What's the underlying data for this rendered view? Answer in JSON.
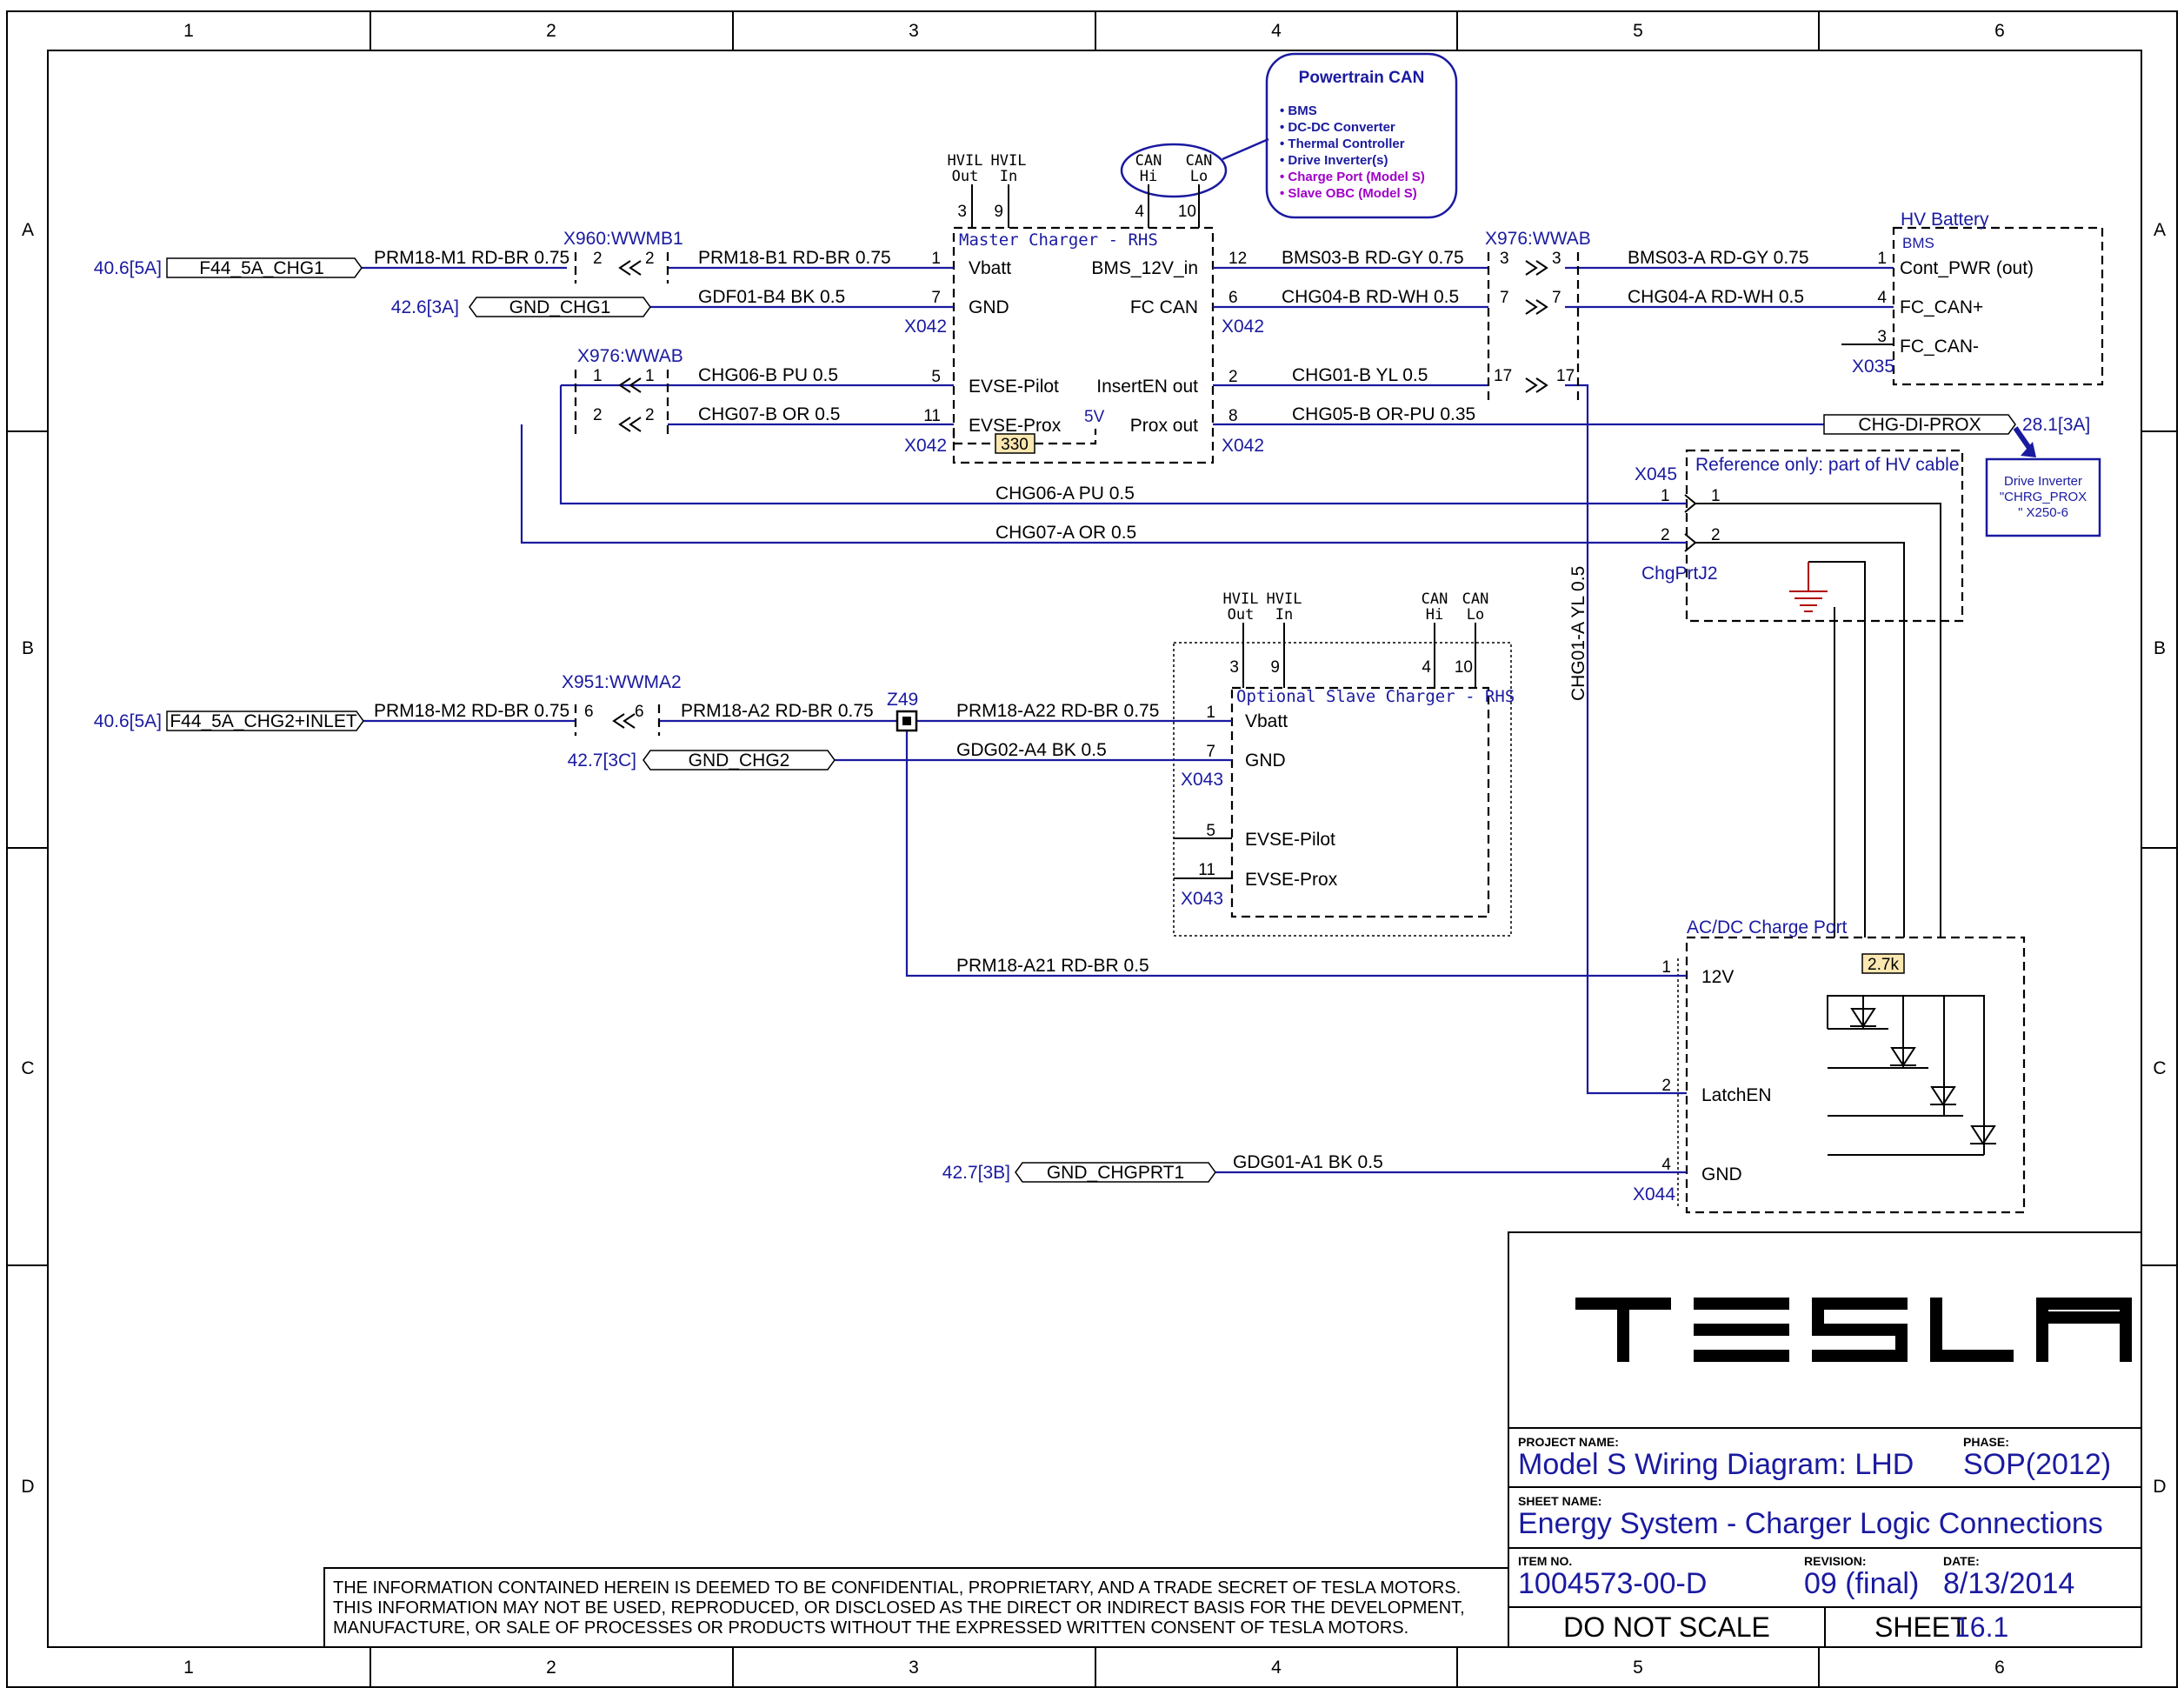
{
  "grid": {
    "cols": [
      "1",
      "2",
      "3",
      "4",
      "5",
      "6"
    ],
    "rows": [
      "A",
      "B",
      "C",
      "D"
    ]
  },
  "bubble": {
    "title": "Powertrain CAN",
    "items_blue": [
      "• BMS",
      "• DC-DC Converter",
      "• Thermal Controller",
      "• Drive Inverter(s)"
    ],
    "items_purple": [
      "• Charge Port (Model S)",
      "• Slave OBC (Model S)"
    ],
    "can": [
      "CAN",
      "Hi",
      "CAN",
      "Lo"
    ]
  },
  "master": {
    "title": "Master Charger - RHS",
    "hvil": [
      "HVIL",
      "Out",
      "HVIL",
      "In"
    ],
    "can": [
      "CAN",
      "Hi",
      "CAN",
      "Lo"
    ],
    "top_pins": [
      "3",
      "9",
      "4",
      "10"
    ],
    "left_pins": [
      "1",
      "7",
      "5",
      "11"
    ],
    "right_pins": [
      "12",
      "6",
      "2",
      "8"
    ],
    "left_labels": [
      "Vbatt",
      "GND",
      "EVSE-Pilot",
      "EVSE-Prox"
    ],
    "right_labels": [
      "BMS_12V_in",
      "FC CAN",
      "InsertEN out",
      "Prox out"
    ],
    "conn": [
      "X042",
      "X042",
      "X042",
      "X042"
    ],
    "res": "330",
    "v5": "5V"
  },
  "slave": {
    "title": "Optional Slave Charger - RHS",
    "hvil": [
      "HVIL",
      "Out",
      "HVIL",
      "In"
    ],
    "can": [
      "CAN",
      "Hi",
      "CAN",
      "Lo"
    ],
    "top_pins": [
      "3",
      "9",
      "4",
      "10"
    ],
    "left_pins": [
      "1",
      "7",
      "5",
      "11"
    ],
    "left_labels": [
      "Vbatt",
      "GND",
      "EVSE-Pilot",
      "EVSE-Prox"
    ],
    "conn": [
      "X043",
      "X043"
    ]
  },
  "hv_battery": {
    "title": "HV Battery",
    "sub": "BMS",
    "pins": [
      "1",
      "4",
      "3"
    ],
    "labels": [
      "Cont_PWR (out)",
      "FC_CAN+",
      "FC_CAN-"
    ],
    "conn": "X035"
  },
  "charge_port": {
    "title": "AC/DC Charge Port",
    "pins": [
      "1",
      "2",
      "4"
    ],
    "labels": [
      "12V",
      "LatchEN",
      "GND"
    ],
    "conn": "X044",
    "res": "2.7k"
  },
  "ref": {
    "title": "Reference only: part of HV cable",
    "conn": "X045",
    "pins": [
      "1",
      "1",
      "2",
      "2"
    ],
    "name": "ChgPrtJ2"
  },
  "inline": {
    "x960": "X960:WWMB1",
    "x976a": "X976:WWAB",
    "x976b": "X976:WWAB",
    "x951": "X951:WWMA2",
    "z49": "Z49",
    "p": [
      "2",
      "2",
      "1",
      "1",
      "2",
      "2",
      "6",
      "6",
      "3",
      "3",
      "7",
      "7",
      "17",
      "17"
    ]
  },
  "wires": {
    "w1": "PRM18-M1 RD-BR 0.75",
    "w2": "PRM18-B1 RD-BR 0.75",
    "w3": "GDF01-B4 BK 0.5",
    "w4": "CHG06-B PU 0.5",
    "w5": "CHG07-B OR 0.5",
    "w6": "BMS03-B RD-GY 0.75",
    "w7": "BMS03-A RD-GY 0.75",
    "w8": "CHG04-B RD-WH 0.5",
    "w9": "CHG04-A RD-WH 0.5",
    "w10": "CHG01-B YL 0.5",
    "w11": "CHG05-B OR-PU 0.35",
    "w12": "CHG06-A PU 0.5",
    "w13": "CHG07-A OR 0.5",
    "w14": "CHG01-A YL 0.5",
    "w15": "PRM18-M2 RD-BR 0.75",
    "w16": "PRM18-A2 RD-BR 0.75",
    "w17": "PRM18-A22 RD-BR 0.75",
    "w18": "GDG02-A4 BK 0.5",
    "w19": "PRM18-A21 RD-BR 0.5",
    "w20": "GDG01-A1 BK 0.5"
  },
  "offpage": {
    "r1": "40.6[5A]",
    "n1": "F44_5A_CHG1",
    "r2": "42.6[3A]",
    "n2": "GND_CHG1",
    "r3": "40.6[5A]",
    "n3": "F44_5A_CHG2+INLET",
    "r4": "42.7[3C]",
    "n4": "GND_CHG2",
    "r5": "42.7[3B]",
    "n5": "GND_CHGPRT1",
    "n6": "CHG-DI-PROX",
    "r6": "28.1[3A]"
  },
  "drive_inverter": [
    "Drive Inverter",
    "\"CHRG_PROX",
    "\" X250-6"
  ],
  "title_block": {
    "logo": "TESLA",
    "project_label": "PROJECT NAME:",
    "project": "Model S Wiring Diagram: LHD",
    "phase_label": "PHASE:",
    "phase": "SOP(2012)",
    "sheet_label": "SHEET NAME:",
    "sheet_name": "Energy System - Charger Logic Connections",
    "item_label": "ITEM NO.",
    "item": "1004573-00-D",
    "rev_label": "REVISION:",
    "rev": "09 (final)",
    "date_label": "DATE:",
    "date": "8/13/2014",
    "dns": "DO NOT SCALE",
    "sheet_word": "SHEET",
    "sheet_no": "16.1"
  },
  "confidential": [
    "THE INFORMATION CONTAINED HEREIN IS DEEMED TO BE CONFIDENTIAL, PROPRIETARY, AND A TRADE SECRET OF TESLA MOTORS.",
    "THIS INFORMATION MAY NOT BE USED, REPRODUCED, OR DISCLOSED AS THE DIRECT OR INDIRECT BASIS FOR THE DEVELOPMENT,",
    "MANUFACTURE, OR SALE OF PROCESSES OR PRODUCTS WITHOUT THE EXPRESSED WRITTEN CONSENT OF TESLA MOTORS."
  ],
  "colors": {
    "wire": "#1a1aa0",
    "bubble_purple": "#a000c8",
    "resistor_fill": "#fbe7b0",
    "ground": "#b00000"
  }
}
